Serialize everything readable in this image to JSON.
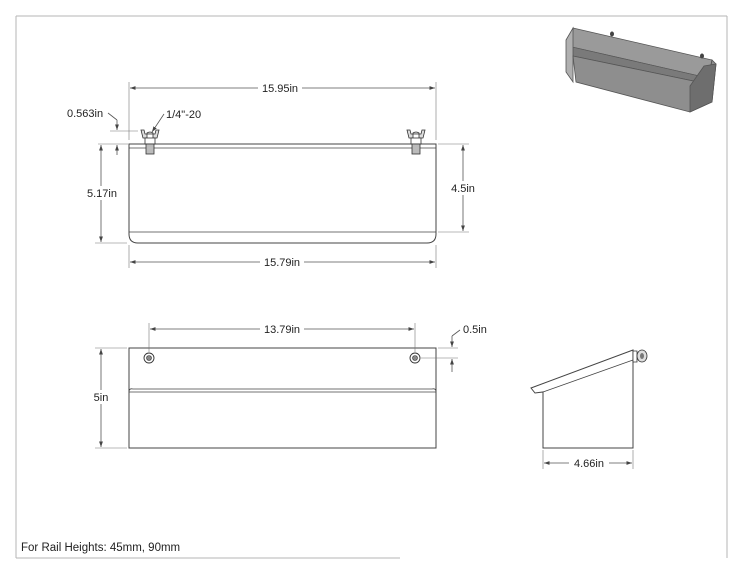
{
  "dimensions": {
    "overall_width": "15.95in",
    "mount_offset": "0.563in",
    "screw_spec": "1/4\"-20",
    "front_height": "5.17in",
    "inner_height": "4.5in",
    "bottom_width": "15.79in",
    "hole_spacing": "13.79in",
    "hole_offset": "0.5in",
    "back_height": "5in",
    "depth": "4.66in"
  },
  "note": "For Rail Heights: 45mm, 90mm",
  "colors": {
    "line": "#444444",
    "frame": "#b5b5b5",
    "iso_light": "#b0b0b0",
    "iso_mid": "#8e8e8e",
    "iso_dark": "#6e6e6e"
  }
}
